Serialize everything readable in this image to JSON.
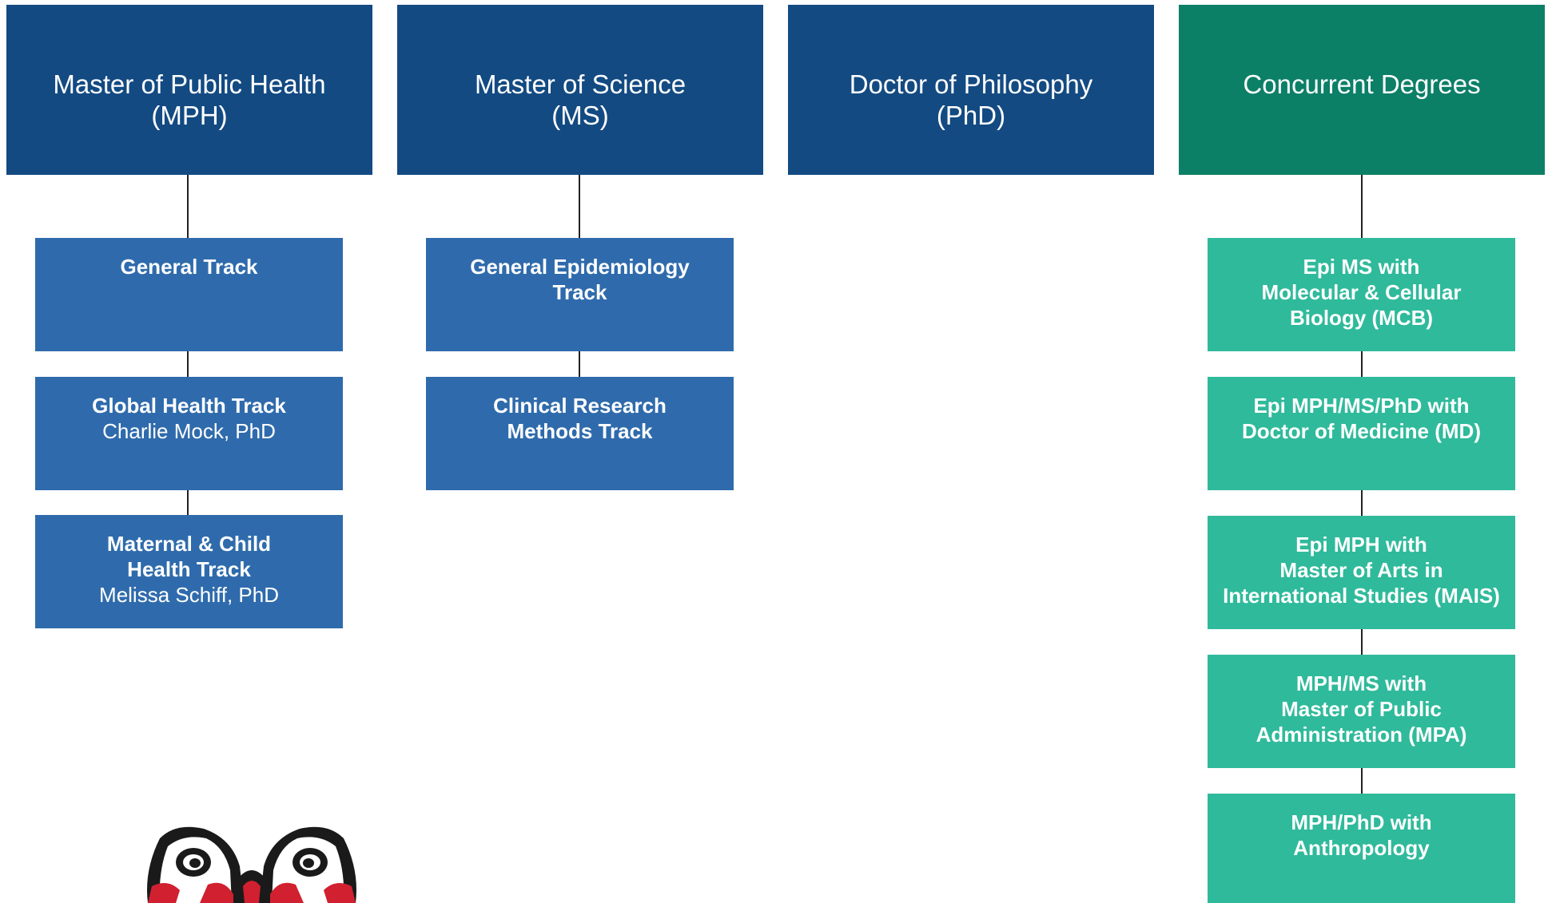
{
  "columns": {
    "mph": {
      "title_line1": "Master of Public Health",
      "title_line2": "(MPH)"
    },
    "ms": {
      "title_line1": "Master of Science",
      "title_line2": "(MS)"
    },
    "phd": {
      "title_line1": "Doctor of Philosophy",
      "title_line2": "(PhD)"
    },
    "concurrent": {
      "title_line1": "Concurrent Degrees"
    }
  },
  "mph_tracks": [
    {
      "line1": "General Track"
    },
    {
      "line1": "Global Health Track",
      "person": "Charlie Mock, PhD"
    },
    {
      "line1": "Maternal & Child",
      "line2": "Health Track",
      "person": "Melissa Schiff, PhD"
    }
  ],
  "ms_tracks": [
    {
      "line1": "General Epidemiology",
      "line2": "Track"
    },
    {
      "line1": "Clinical Research",
      "line2": "Methods Track"
    }
  ],
  "concurrent_degrees": [
    {
      "line1": "Epi MS with",
      "line2": "Molecular & Cellular",
      "line3": "Biology (MCB)"
    },
    {
      "line1": "Epi MPH/MS/PhD with",
      "line2": "Doctor of Medicine (MD)"
    },
    {
      "line1": "Epi MPH with",
      "line2": "Master of Arts in",
      "line3": "International Studies (MAIS)"
    },
    {
      "line1": "MPH/MS with",
      "line2": "Master of Public",
      "line3": "Administration (MPA)"
    },
    {
      "line1": "MPH/PhD with",
      "line2": "Anthropology"
    }
  ],
  "colors": {
    "header_blue": "#134a82",
    "header_green": "#0c7f67",
    "track_blue": "#2f6bac",
    "track_green": "#2fba9b",
    "logo_red": "#d1202f",
    "logo_black": "#1a1a1a"
  },
  "icons": {
    "logo": "coast-salish-art-logo"
  }
}
